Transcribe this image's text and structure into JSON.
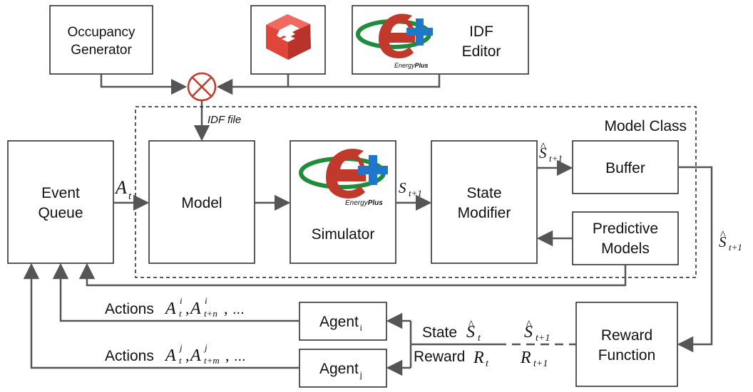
{
  "diagram": {
    "occupancy_line1": "Occupancy",
    "occupancy_line2": "Generator",
    "sketchup_icon": "sketchup-logo-icon",
    "idf_editor_line1": "IDF",
    "idf_editor_line2": "Editor",
    "energyplus_wordmark_prefix": "Energy",
    "energyplus_wordmark_suffix": "Plus",
    "idf_file_label": "IDF file",
    "model_class_label": "Model Class",
    "event_queue_line1": "Event",
    "event_queue_line2": "Queue",
    "model_label": "Model",
    "simulator_label": "Simulator",
    "state_modifier_line1": "State",
    "state_modifier_line2": "Modifier",
    "buffer_label": "Buffer",
    "predictive_line1": "Predictive",
    "predictive_line2": "Models",
    "reward_function_line1": "Reward",
    "reward_function_line2": "Function",
    "agent_label": "Agent",
    "agent_i_subscript": "i",
    "agent_j_subscript": "j",
    "actions_word": "Actions",
    "state_word": "State",
    "reward_word": "Reward",
    "ellipsis": "...",
    "math": {
      "A": "A",
      "t": "t",
      "S": "S",
      "R": "R",
      "t_plus_1": "t+1",
      "t_plus_n": "t+n",
      "t_plus_m": "t+m",
      "sup_i": "i",
      "sup_j": "j",
      "hat": "^",
      "comma": ","
    }
  },
  "colors": {
    "line": "#555555",
    "box_border": "#222222",
    "combiner_border": "#c0392b",
    "energyplus_red": "#c0392b",
    "energyplus_green": "#1e8c3a",
    "energyplus_blue": "#1f77c9",
    "sketchup_red": "#e0453a"
  }
}
